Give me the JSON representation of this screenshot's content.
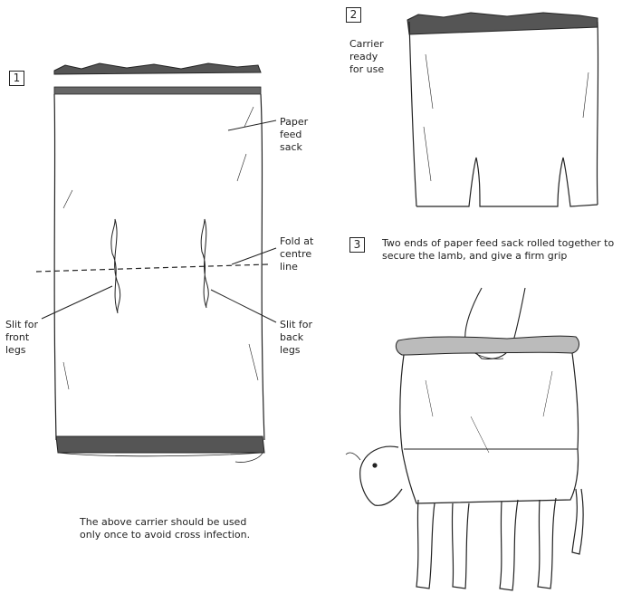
{
  "steps": [
    {
      "number": "1"
    },
    {
      "number": "2",
      "caption": "Carrier\nready\nfor use"
    },
    {
      "number": "3",
      "caption": "Two ends of paper feed sack rolled together to\nsecure the lamb, and give a firm grip"
    }
  ],
  "labels": {
    "paper_feed_sack": "Paper\nfeed\nsack",
    "fold_centre": "Fold at\ncentre\nline",
    "slit_front": "Slit for\nfront\nlegs",
    "slit_back": "Slit for\nback\nlegs"
  },
  "footnote": "The above carrier should be used\nonly once to avoid cross infection."
}
